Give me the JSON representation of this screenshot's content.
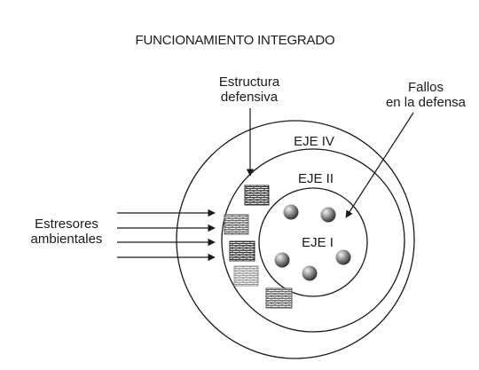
{
  "title": "FUNCIONAMIENTO INTEGRADO",
  "labels": {
    "estructura_line1": "Estructura",
    "estructura_line2": "defensiva",
    "fallos_line1": "Fallos",
    "fallos_line2": "en la defensa",
    "estresores_line1": "Estresores",
    "estresores_line2": "ambientales"
  },
  "axes": {
    "outer": "EJE IV",
    "middle": "EJE II",
    "inner": "EJE I"
  },
  "colors": {
    "stroke": "#1a1a1a",
    "brick_dark": "#333333",
    "brick_mid": "#666666",
    "brick_light": "#9a9a9a"
  }
}
